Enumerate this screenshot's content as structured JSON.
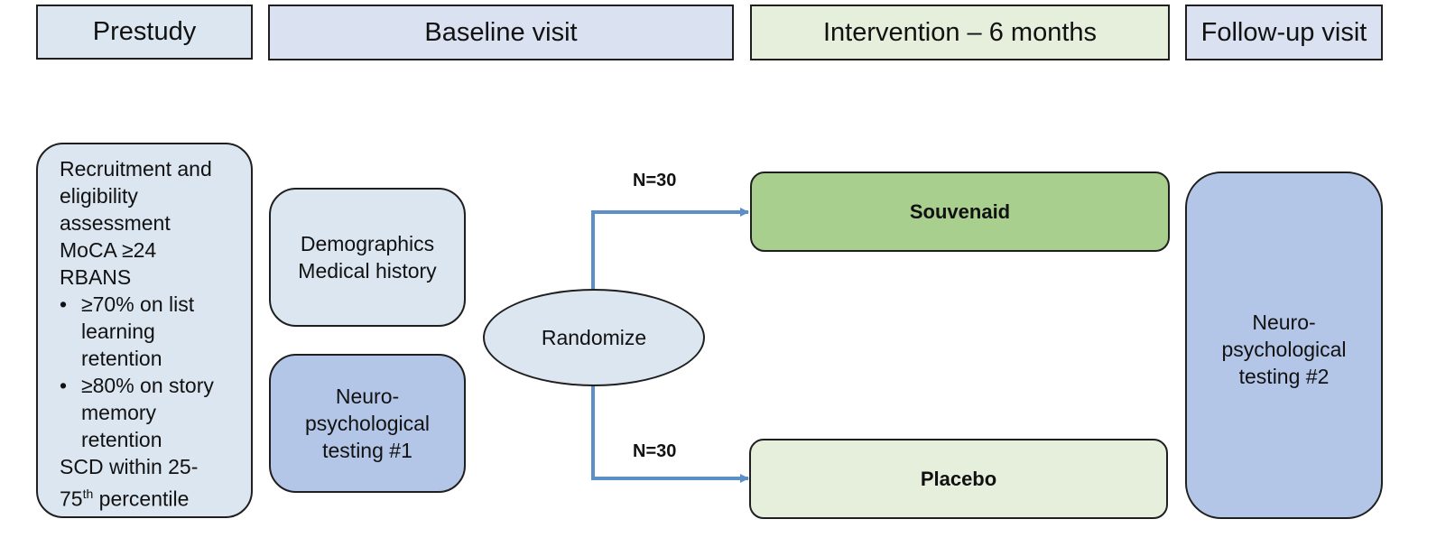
{
  "headers": {
    "prestudy": "Prestudy",
    "baseline": "Baseline visit",
    "intervention": "Intervention – 6 months",
    "followup": "Follow-up visit"
  },
  "eligibility": {
    "line1": "Recruitment and",
    "line2": "eligibility",
    "line3": "assessment",
    "line4": "MoCA ≥24",
    "line5": "RBANS",
    "bullet1_line1": "≥70% on list",
    "bullet1_line2": "learning",
    "bullet1_line3": "retention",
    "bullet2_line1": "≥80% on story",
    "bullet2_line2": "memory",
    "bullet2_line3": "retention",
    "line6": "SCD within 25-",
    "line7_num": "75",
    "line7_sup": "th",
    "line7_rest": " percentile",
    "bullet_char": "•"
  },
  "demographics": {
    "line1": "Demographics",
    "line2": "Medical history"
  },
  "neuro1": {
    "line1": "Neuro-",
    "line2": "psychological",
    "line3": "testing #1"
  },
  "randomize": "Randomize",
  "n_top": "N=30",
  "n_bottom": "N=30",
  "souvenaid": "Souvenaid",
  "placebo": "Placebo",
  "neuro2": {
    "line1": "Neuro-",
    "line2": "psychological",
    "line3": "testing #2"
  },
  "colors": {
    "arrow": "#5b8fc6",
    "souvenaid_fill": "#a9cf8e",
    "placebo_fill": "#e5efdb",
    "neuro_fill": "#b4c6e7"
  }
}
